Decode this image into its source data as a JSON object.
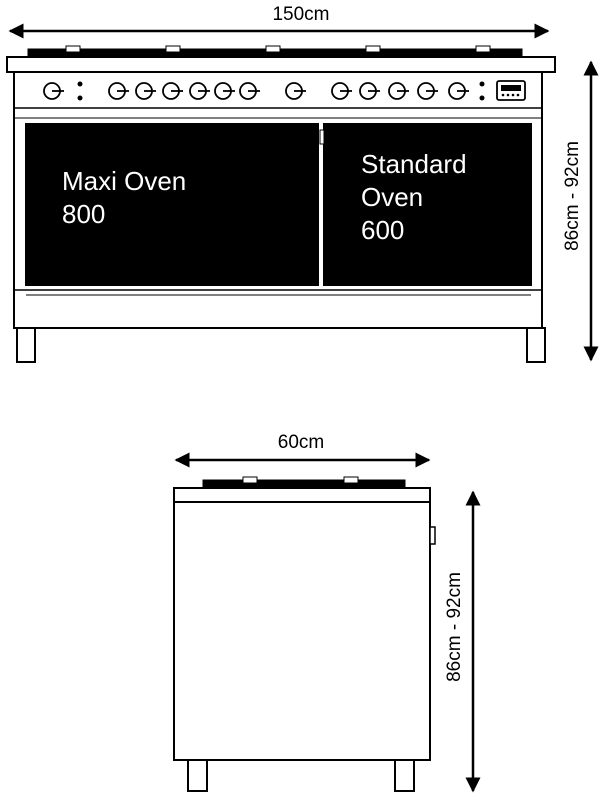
{
  "front_view": {
    "width_label": "150cm",
    "height_label": "86cm - 92cm",
    "left_oven": {
      "line1": "Maxi Oven",
      "line2": "800"
    },
    "right_oven": {
      "line1": "Standard",
      "line2": "Oven",
      "line3": "600"
    }
  },
  "side_view": {
    "depth_label": "60cm",
    "height_label": "86cm - 92cm"
  },
  "colors": {
    "line": "#000000",
    "oven_glass": "#000000",
    "background": "#ffffff"
  }
}
